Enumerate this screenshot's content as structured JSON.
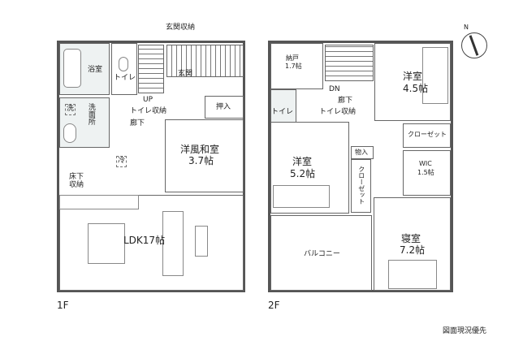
{
  "floor1": {
    "label": "1F",
    "entry_storage": "玄関収納",
    "bath": "浴室",
    "toilet": "トイレ",
    "entrance": "玄関",
    "washroom": "洗面所",
    "washer": "洗",
    "up": "UP",
    "toilet_storage": "トイレ収納",
    "hallway": "廊下",
    "closet": "押入",
    "japanese_room": "洋風和室",
    "japanese_room_size": "3.7帖",
    "fridge": "冷",
    "underfloor": "床下収納",
    "ldk": "LDK17帖"
  },
  "floor2": {
    "label": "2F",
    "storage": "納戸",
    "storage_size": "1.7帖",
    "dn": "DN",
    "hallway": "廊下",
    "toilet": "トイレ",
    "toilet_storage": "トイレ収納",
    "room1": "洋室",
    "room1_size": "4.5帖",
    "closet1": "クローゼット",
    "cupboard": "物入",
    "closet2": "クローゼット",
    "room2": "洋室",
    "room2_size": "5.2帖",
    "wic": "WIC",
    "wic_size": "1.5帖",
    "bedroom": "寝室",
    "bedroom_size": "7.2帖",
    "balcony": "バルコニー"
  },
  "compass": "N",
  "note": "図面現況優先"
}
